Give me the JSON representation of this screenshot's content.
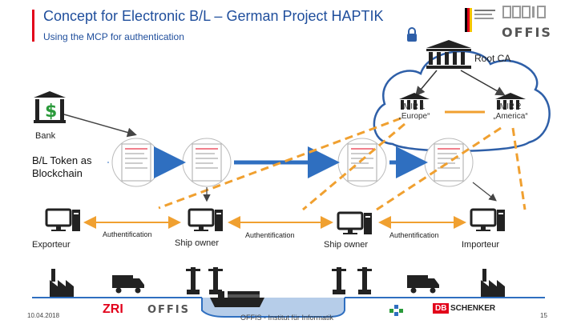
{
  "header": {
    "title": "Concept for Electronic B/L – German Project HAPTIK",
    "subtitle": "Using the MCP for authentication",
    "logo_text": "OFFIS"
  },
  "nodes": {
    "root_ca": "Root CA",
    "mir1": {
      "line1": "MIR 1",
      "line2": "„Europe“"
    },
    "mir2": {
      "line1": "MIR 2",
      "line2": "„America“"
    },
    "bank": "Bank",
    "bl_token": {
      "line1": "B/L Token as",
      "line2": "Blockchain"
    },
    "exporteur": "Exporteur",
    "ship_owner_1": "Ship owner",
    "ship_owner_2": "Ship owner",
    "importeur": "Importeur",
    "auth_1": "Authentification",
    "auth_2": "Authentification",
    "auth_3": "Authentification"
  },
  "footer": {
    "date": "10.04.2018",
    "institute": "OFFIS - Institut für Informatik",
    "page": "15",
    "logos": {
      "zri": "ZRI",
      "offis": "OFFIS",
      "schenker_db": "DB",
      "schenker": "SCHENKER"
    }
  },
  "colors": {
    "title": "#1f4e9c",
    "accent_red": "#e2001a",
    "arrow_orange": "#f0a030",
    "arrow_blue": "#2f6fc0",
    "cloud": "#2e5fa8"
  }
}
